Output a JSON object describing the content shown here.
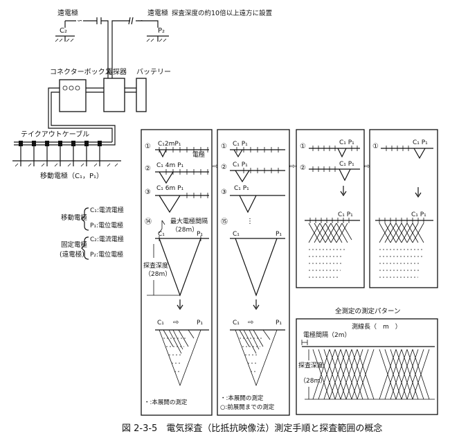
{
  "top": {
    "remote_electrode_left": "遠電極",
    "remote_electrode_right": "遠電極",
    "note": "探査深度の約10倍以上遠方に設置",
    "c2": "C₂",
    "p2": "P₂"
  },
  "equipment": {
    "connector_box": "コネクターボックス",
    "instrument": "電探器",
    "battery": "バッテリー",
    "takeout_cable": "テイクアウトケーブル",
    "moving_electrode": "移動電極（C₁，P₁）"
  },
  "legend": {
    "moving_title": "移動電極",
    "moving_c1": "C₁:電流電極",
    "moving_p1": "P₁:電位電極",
    "fixed_title": "固定電極",
    "fixed_sub": "(遠電極)",
    "fixed_c2": "C₂:電流電極",
    "fixed_p2": "P₂:電位電極"
  },
  "panel1": {
    "step1_num": "①",
    "step1_label": "C₁2mP₁",
    "electrode_label": "電極",
    "step2_num": "②",
    "step2_label": "C₁ 4m P₁",
    "step3_num": "③",
    "step3_label": "C₁ 6m P₁",
    "step14_num": "⑭",
    "max_spacing": "最大電極間隔",
    "max_spacing_value": "（28m）",
    "c1": "C₁",
    "p1": "P₁",
    "depth_label": "探査深度",
    "depth_value": "（28m）",
    "bottom_c1": "C₁",
    "bottom_p1": "P₁",
    "note": "・:本展開の測定"
  },
  "panel2": {
    "step1_num": "①",
    "step1_label": "C₁ P₁",
    "step2_num": "②",
    "step2_label": "C₁ P₁",
    "step3_num": "③",
    "step3_label": "C₁ P₁",
    "step15_num": "⑮",
    "c1": "C₁",
    "p1": "P₁",
    "bottom_c1": "C₁",
    "bottom_p1": "P₁",
    "note1": "・:本展開の測定",
    "note2": "○:前展開までの測定"
  },
  "panel3": {
    "step1_num": "①",
    "step1_label": "C₁ P₁",
    "step2_num": "②",
    "step2_label": "C₁ P₁",
    "label": "C₁ P₁"
  },
  "panel4": {
    "step1_num": "①",
    "step1_label": "C₁ P₁",
    "label": "C₁ P₁"
  },
  "pattern": {
    "title": "全測定の測定パターン",
    "line_length": "測線長（　m　）",
    "spacing": "電極間隔（2m）",
    "depth": "探査深度",
    "depth_value": "（28m）"
  },
  "caption": "図 2-3-5　電気探査（比抵抗映像法）測定手順と探査範囲の概念"
}
